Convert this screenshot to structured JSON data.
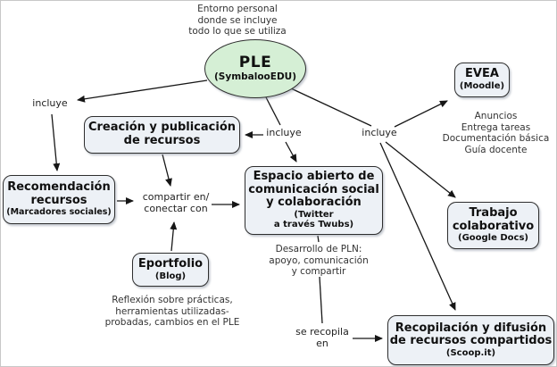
{
  "colors": {
    "node_fill": "#edf1f6",
    "node_border": "#2e2e2e",
    "ple_fill": "#d5efd5",
    "edge": "#161616",
    "text": "#101010",
    "annotation_text": "#333333"
  },
  "nodes": {
    "ple": {
      "title": "PLE",
      "subtitle": "(SymbalooEDU)"
    },
    "creacion": {
      "title": "Creación y publicación\nde recursos"
    },
    "recomendacion": {
      "title": "Recomendación\nrecursos",
      "subtitle": "(Marcadores sociales)"
    },
    "espacio": {
      "title": "Espacio abierto de\ncomunicación social\ny colaboración",
      "subtitle": "(Twitter\na través Twubs)"
    },
    "evea": {
      "title": "EVEA",
      "subtitle": "(Moodle)"
    },
    "trabajo": {
      "title": "Trabajo\ncolaborativo",
      "subtitle": "(Google Docs)"
    },
    "recopilacion": {
      "title": "Recopilación y difusión\nde recursos compartidos",
      "subtitle": "(Scoop.it)"
    },
    "eportfolio": {
      "title": "Eportfolio",
      "subtitle": "(Blog)"
    }
  },
  "labels": {
    "incluye_left": "incluye",
    "incluye_mid": "incluye",
    "incluye_right": "incluye",
    "compartir": "compartir en/\nconectar con",
    "se_recopila": "se recopila\nen"
  },
  "annotations": {
    "entorno": "Entorno personal\ndonde se incluye\ntodo lo que se utiliza",
    "evea_items": "Anuncios\nEntrega tareas\nDocumentación básica\nGuía docente",
    "desarrollo": "Desarrollo de PLN:\napoyo, comunicación\ny compartir",
    "reflexion": "Reflexión sobre prácticas,\nherramientas utilizadas-\nprobadas, cambios en el PLE"
  }
}
